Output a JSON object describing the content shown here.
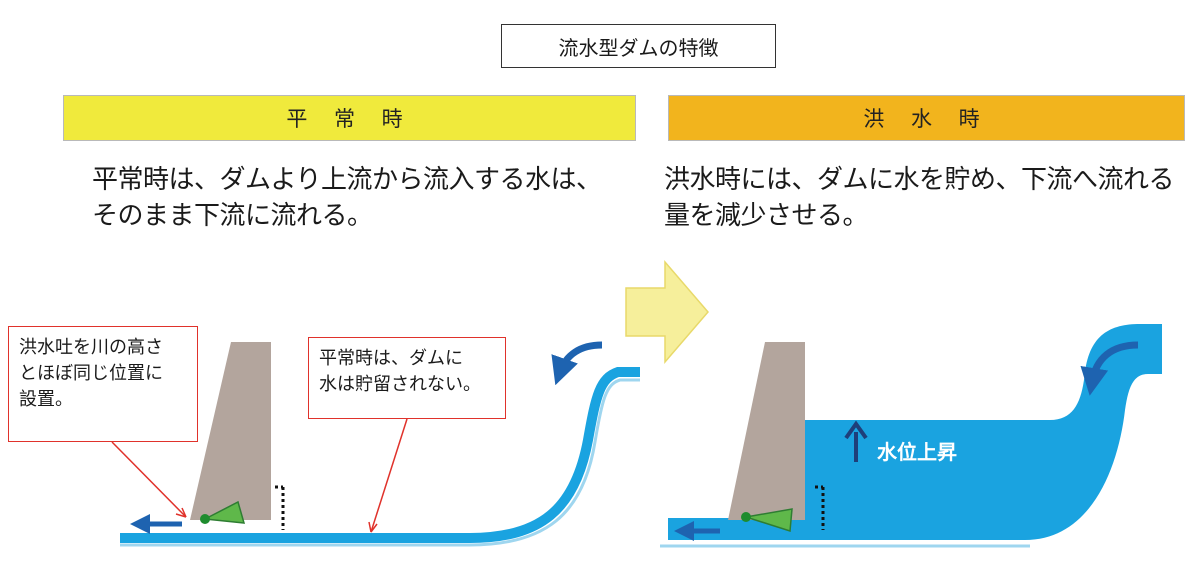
{
  "title": "流水型ダムの特徴",
  "normal": {
    "header": "平 常 時",
    "description_line1": "平常時は、ダムより上流から流入する水は、",
    "description_line2": "そのまま下流に流れる。",
    "callout_outlet_line1": "洪水吐を川の高さ",
    "callout_outlet_line2": "とほぼ同じ位置に",
    "callout_outlet_line3": "設置。",
    "callout_nostore_line1": "平常時は、ダムに",
    "callout_nostore_line2": "水は貯留されない。"
  },
  "flood": {
    "header": "洪 水 時",
    "description_line1": "洪水時には、ダムに水を貯め、下流へ流れる",
    "description_line2": "量を減少させる。",
    "water_rise_label": "水位上昇"
  },
  "colors": {
    "normal_band": "#f0ea3c",
    "flood_band": "#f2b41d",
    "water": "#1aa3e0",
    "dam": "#b3a59d",
    "callout_border": "#e0322b",
    "arrow_blue": "#1e63b0",
    "transition_arrow": "#f6ef9b"
  }
}
